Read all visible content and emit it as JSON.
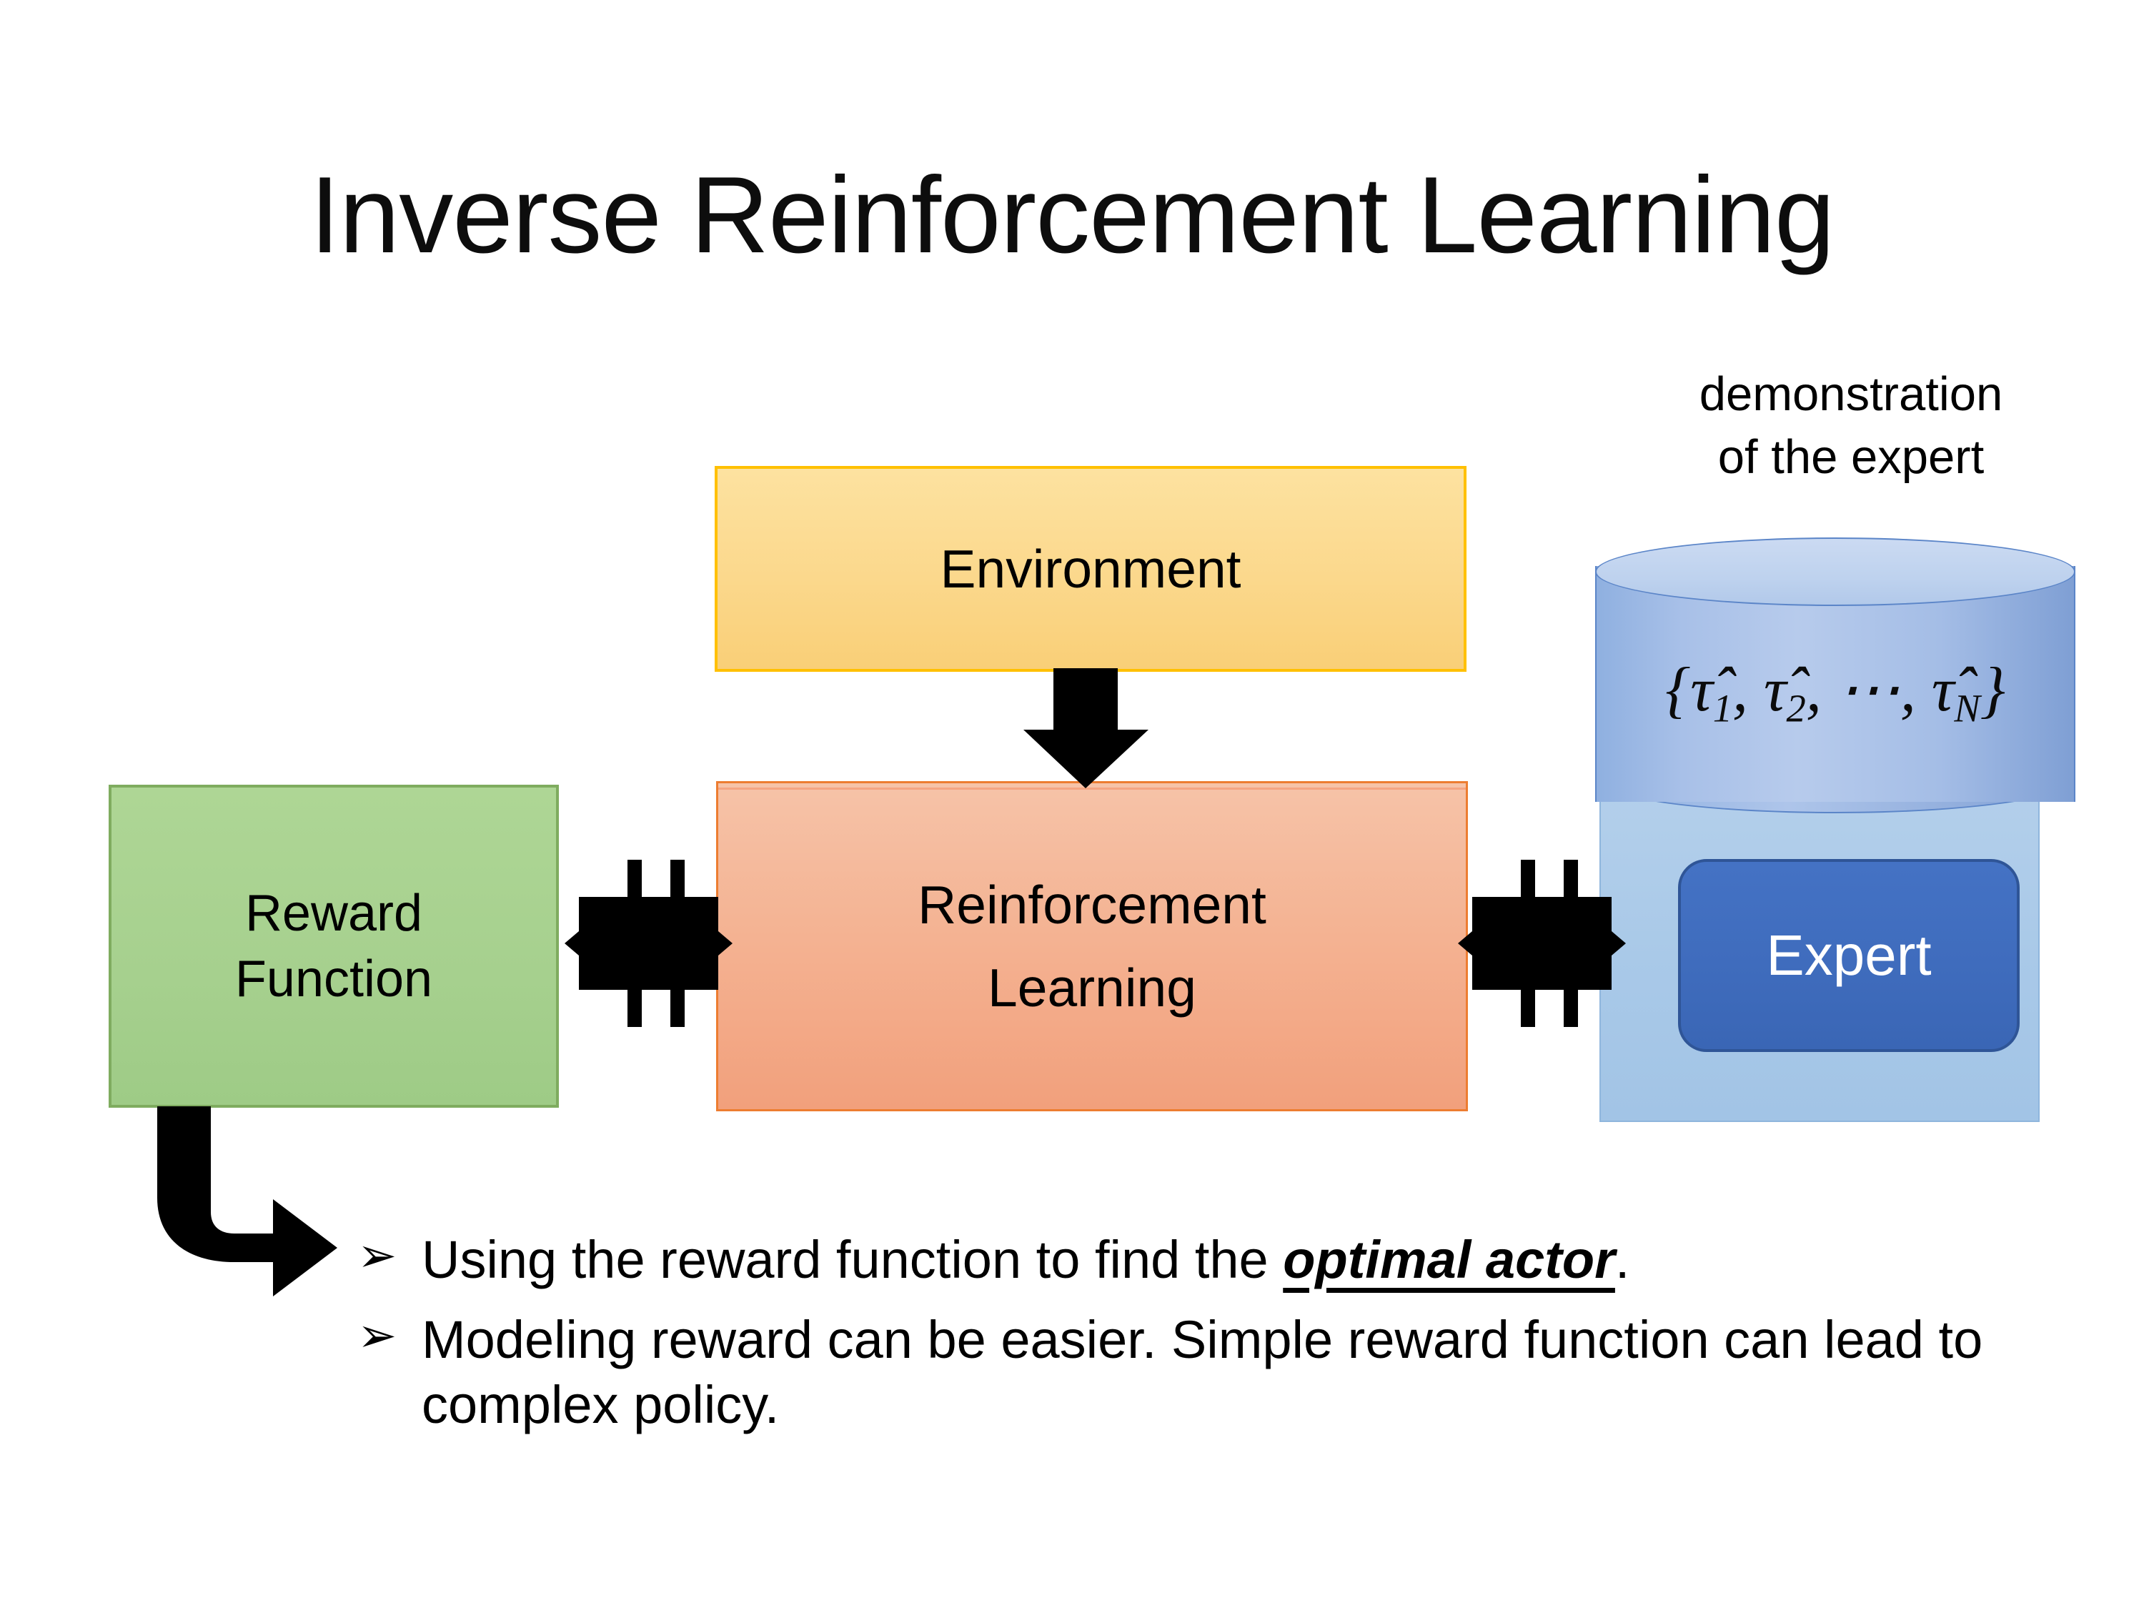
{
  "slide": {
    "title": "Inverse Reinforcement Learning"
  },
  "diagram": {
    "environment": {
      "label": "Environment",
      "fill_color": "#FBD88C",
      "border_color": "#FFC000"
    },
    "reward_function": {
      "label_line1": "Reward",
      "label_line2": "Function",
      "fill_color": "#A6D08E",
      "border_color": "#7FAC5F"
    },
    "reinforcement_learning": {
      "label_line1": "Reinforcement",
      "label_line2": "Learning",
      "fill_color": "#F4B393",
      "border_color": "#ED7D31"
    },
    "demonstration": {
      "caption_line1": "demonstration",
      "caption_line2": "of the expert",
      "formula_open": "{",
      "formula_tau1": "τ̂",
      "formula_sub1": "1",
      "formula_comma1": ", ",
      "formula_tau2": "τ̂",
      "formula_sub2": "2",
      "formula_comma2": ", ",
      "formula_dots": "⋯",
      "formula_comma3": ", ",
      "formula_tauN": "τ̂",
      "formula_subN": "N",
      "formula_close": "}",
      "formula_full": "{τ̂1, τ̂2, ⋯, τ̂N}",
      "cylinder_color": "#A8C0E8",
      "cylinder_border": "#5B85C8"
    },
    "expert": {
      "label": "Expert",
      "fill_color": "#4472C4",
      "border_color": "#2F5597",
      "text_color": "#FFFFFF",
      "container_fill": "#A9C9E8",
      "container_border": "#8FB6DD"
    },
    "arrows": {
      "env_to_rl": "down-arrow",
      "reward_rl": "four-way-arrow",
      "rl_expert": "four-way-arrow",
      "reward_to_bullets": "bent-arrow"
    }
  },
  "bullets": [
    {
      "glyph": "➢",
      "text_before": "Using the reward function to find the ",
      "emphasis": "optimal actor",
      "text_after": "."
    },
    {
      "glyph": "➢",
      "text_before": "Modeling reward can be easier. Simple reward function can lead to complex policy.",
      "emphasis": "",
      "text_after": ""
    }
  ]
}
